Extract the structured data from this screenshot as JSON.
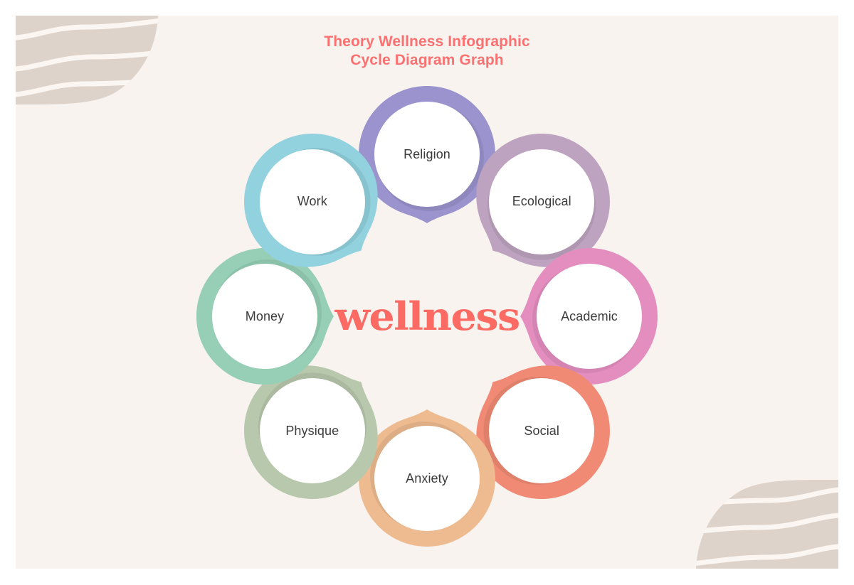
{
  "canvas": {
    "background_color": "#f9f3ef",
    "page_background_color": "#ffffff"
  },
  "header": {
    "title_line_1": "Theory Wellness Infographic",
    "title_line_2": "Cycle Diagram Graph",
    "title_color": "#fb7171"
  },
  "hub": {
    "label": "wellness",
    "color": "#fb6b64"
  },
  "decorations": {
    "ornament_color": "#ded3ca",
    "stripe_color": "#fbf6f2",
    "top_left_name": "wavy-blob-ornament",
    "bottom_right_name": "wavy-blob-ornament"
  },
  "chart_data": {
    "type": "cycle-diagram",
    "title": "Theory Wellness Infographic Cycle Diagram Graph",
    "center_label": "wellness",
    "node_count": 8,
    "layout": "radial",
    "node_shape": "teardrop-pin",
    "categories": [
      "Religion",
      "Ecological",
      "Academic",
      "Social",
      "Anxiety",
      "Physique",
      "Money",
      "Work"
    ],
    "nodes": [
      {
        "label": "Religion",
        "color": "#9a93cd",
        "angle_deg": 0,
        "position": "top"
      },
      {
        "label": "Ecological",
        "color": "#bda3bf",
        "angle_deg": 45,
        "position": "top-right"
      },
      {
        "label": "Academic",
        "color": "#e48ec0",
        "angle_deg": 90,
        "position": "right"
      },
      {
        "label": "Social",
        "color": "#f08a74",
        "angle_deg": 135,
        "position": "bottom-right"
      },
      {
        "label": "Anxiety",
        "color": "#eebb91",
        "angle_deg": 180,
        "position": "bottom"
      },
      {
        "label": "Physique",
        "color": "#b7c8ac",
        "angle_deg": 225,
        "position": "bottom-left"
      },
      {
        "label": "Money",
        "color": "#96cfb6",
        "angle_deg": 270,
        "position": "left"
      },
      {
        "label": "Work",
        "color": "#92d2de",
        "angle_deg": 315,
        "position": "top-left"
      }
    ]
  }
}
